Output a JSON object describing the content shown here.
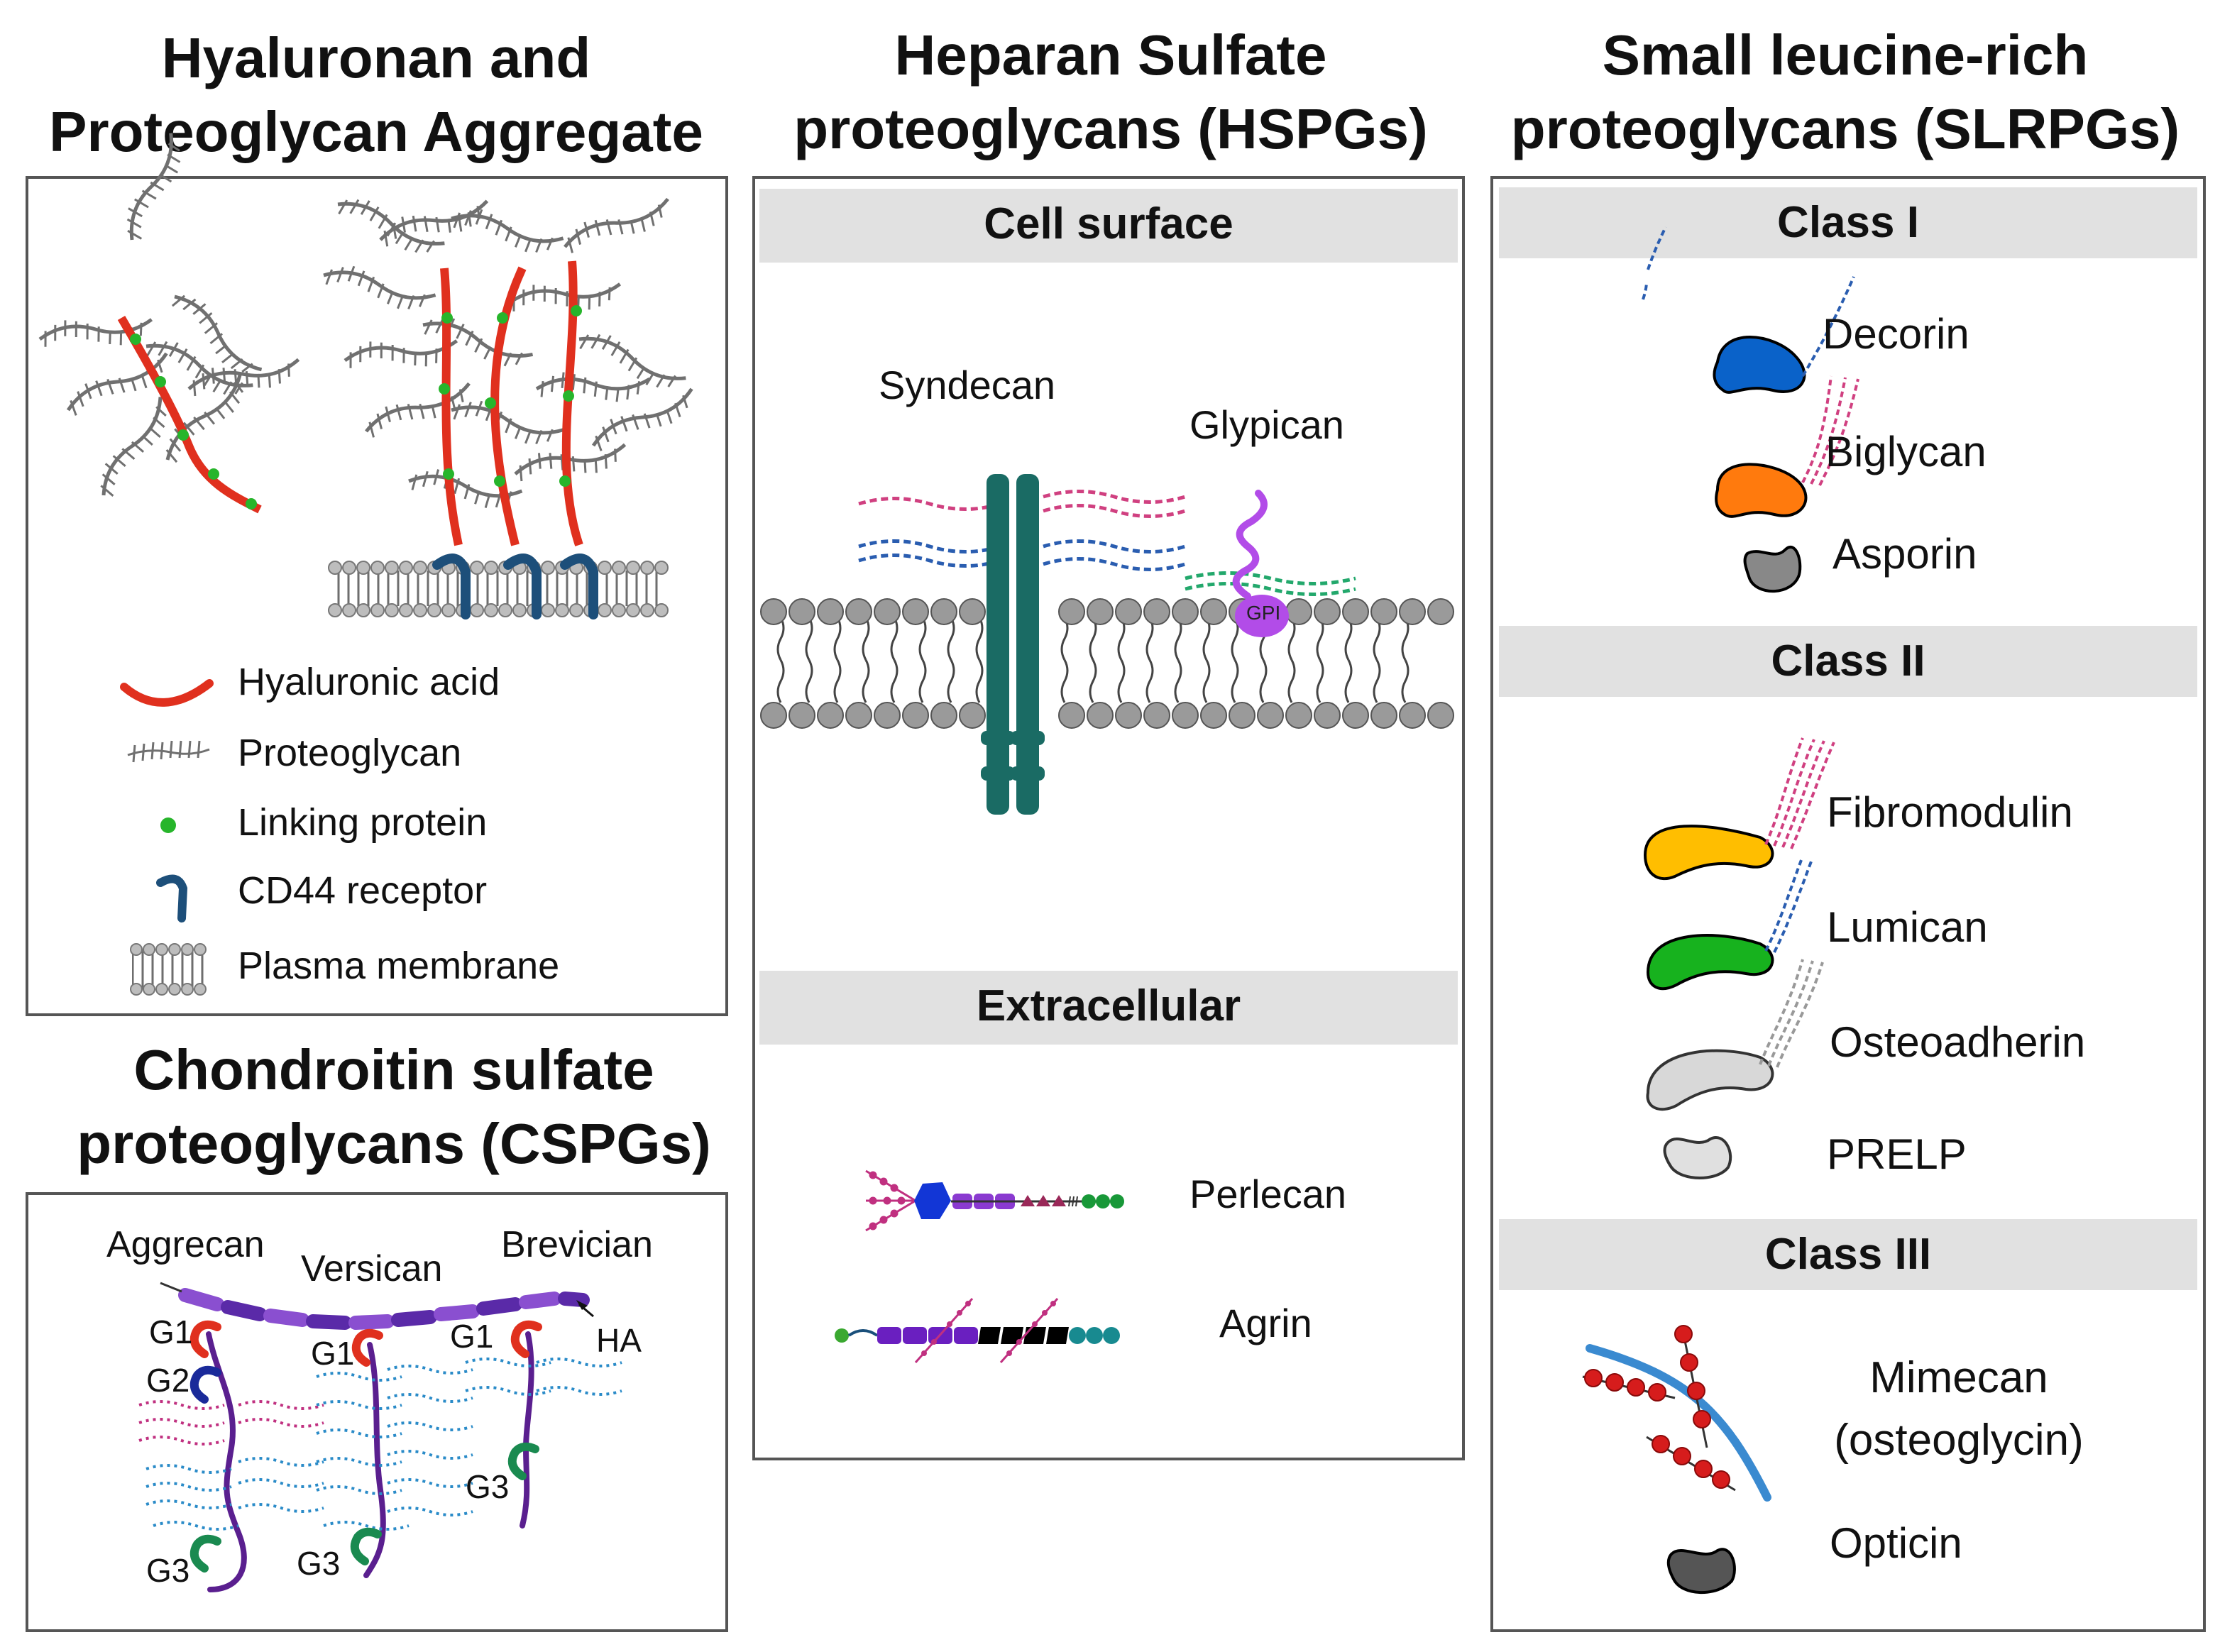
{
  "titles": {
    "ha": [
      "Hyaluronan and",
      "Proteoglycan Aggregate"
    ],
    "hspg": [
      "Heparan Sulfate",
      "proteoglycans  (HSPGs)"
    ],
    "slrpg": [
      "Small leucine-rich",
      "proteoglycans (SLRPGs)"
    ],
    "cspg": [
      "Chondroitin sulfate",
      "proteoglycans (CSPGs)"
    ]
  },
  "legend": [
    {
      "label": "Hyaluronic acid",
      "icon": "hyaluronic-acid-icon"
    },
    {
      "label": "Proteoglycan",
      "icon": "proteoglycan-icon"
    },
    {
      "label": "Linking protein",
      "icon": "linking-protein-icon"
    },
    {
      "label": "CD44 receptor",
      "icon": "cd44-receptor-icon"
    },
    {
      "label": "Plasma membrane",
      "icon": "plasma-membrane-icon"
    }
  ],
  "hspg": {
    "cell_surface": "Cell surface",
    "extracellular": "Extracellular",
    "syndecan": "Syndecan",
    "glypican": "Glypican",
    "gpi": "GPI",
    "perlecan": "Perlecan",
    "agrin": "Agrin"
  },
  "cspg": {
    "aggrecan": "Aggrecan",
    "versican": "Versican",
    "brevican": "Brevician",
    "ha": "HA",
    "g1": "G1",
    "g2": "G2",
    "g3": "G3"
  },
  "slrpg": {
    "class1": "Class I",
    "class2": "Class II",
    "class3": "Class III",
    "decorin": "Decorin",
    "biglycan": "Biglycan",
    "asporin": "Asporin",
    "fibromodulin": "Fibromodulin",
    "lumican": "Lumican",
    "osteoadherin": "Osteoadherin",
    "prelp": "PRELP",
    "mimecan": [
      "Mimecan",
      "(osteoglycin)"
    ],
    "opticin": "Opticin"
  },
  "colors": {
    "hyaluronic_acid": "#e0301e",
    "linking_protein": "#27b52b",
    "cd44": "#1d4f7a",
    "syndecan": "#1a6b64",
    "gpi": "#b24ce8",
    "decorin": "#0a62c9",
    "biglycan": "#ff7a0d",
    "fibromodulin": "#ffbe00",
    "lumican": "#17b21e"
  }
}
